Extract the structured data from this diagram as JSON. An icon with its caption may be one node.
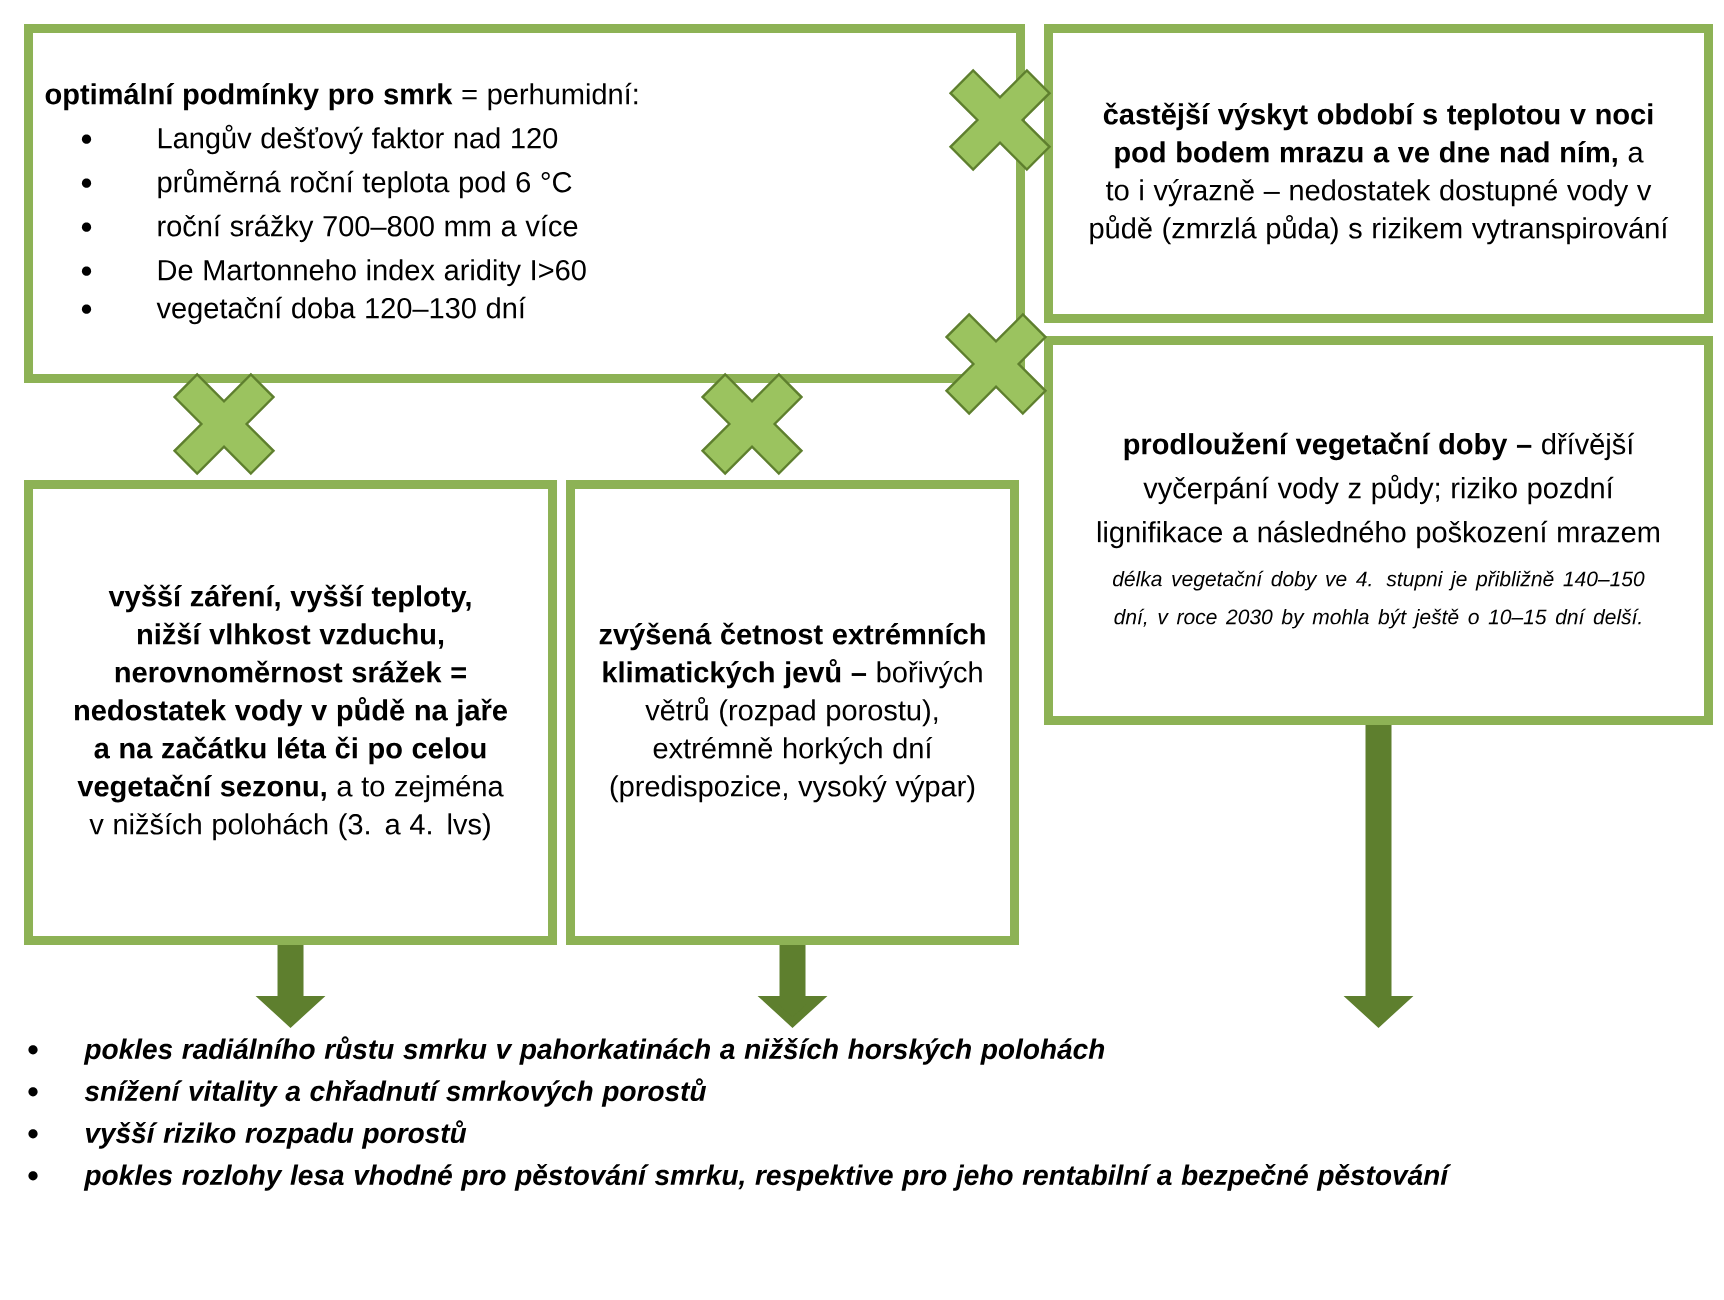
{
  "diagram": {
    "nodes": [
      {
        "text": [
          "**optimální podmínky pro smrk** = perhumidní:",
          "Langův dešťový faktor nad 120",
          "průměrná roční teplota pod 6 °C",
          "roční srážky 700–800 mm a více",
          "De Martonneho index aridity I>60",
          "vegetační doba 120–130 dní"
        ]
      },
      {
        "text": [
          "**častější výskyt období s teplotou v noci pod bodem mrazu a ve dne nad ním,** a to i výrazně – nedostatek dostupné vody v půdě (zmrzlá půda) s rizikem vytranspirování"
        ]
      },
      {
        "text": [
          "**prodloužení vegetační doby –** dřívější vyčerpání vody z půdy; riziko pozdní lignifikace a následného poškození mrazem",
          "délka vegetační doby ve 4. stupni je přibližně 140–150 dní, v roce 2030 by mohla být ještě o 10–15 dní delší."
        ]
      },
      {
        "text": [
          "**vyšší záření, vyšší teploty, nižší vlhkost vzduchu, nerovnoměrnost srážek = nedostatek vody v půdě na jaře a na začátku léta či po celou vegetační sezonu,** a to zejména v nižších polohách (3. a 4. lvs)"
        ]
      },
      {
        "text": [
          "**zvýšená četnost extrémních klimatických jevů –** bořivých větrů (rozpad porostu), extrémně horkých dní (predispozice, vysoký výpar)"
        ]
      },
      {
        "text": [
          "pokles radiálního růstu smrku v pahorkatinách a nižších horských polohách",
          "snížení vitality a chřadnutí smrkových porostů",
          "vyšší riziko rozpadu porostů",
          "pokles rozlohy lesa vhodné pro pěstování smrku, respektive pro jeho rentabilní a bezpečné pěstování"
        ]
      }
    ],
    "edges": [
      {
        "from": 3,
        "to": 5,
        "arrow": "to"
      },
      {
        "from": 4,
        "to": 5,
        "arrow": "to"
      },
      {
        "from": 2,
        "to": 5,
        "arrow": "to"
      }
    ]
  }
}
